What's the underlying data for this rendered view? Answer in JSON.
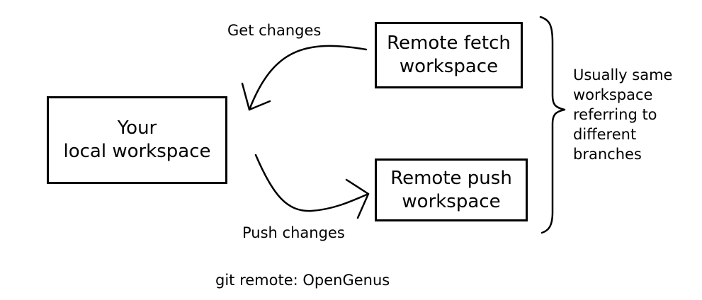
{
  "nodes": {
    "local": {
      "lines": [
        "Your",
        "local workspace"
      ]
    },
    "fetch": {
      "lines": [
        "Remote fetch",
        "workspace"
      ]
    },
    "push": {
      "lines": [
        "Remote push",
        "workspace"
      ]
    }
  },
  "edges": {
    "get_label": "Get changes",
    "push_label": "Push changes"
  },
  "note": {
    "lines": [
      "Usually same",
      "workspace",
      "referring to",
      "different",
      "branches"
    ]
  },
  "footer": "git remote: OpenGenus",
  "colors": {
    "stroke": "#000000",
    "background": "#ffffff"
  }
}
